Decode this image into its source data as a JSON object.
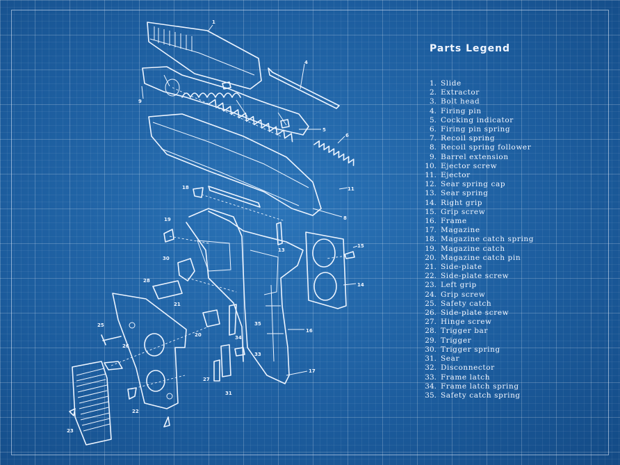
{
  "legend": {
    "title": "Parts Legend",
    "items": [
      {
        "num": "1.",
        "label": "Slide"
      },
      {
        "num": "2.",
        "label": "Extractor"
      },
      {
        "num": "3.",
        "label": "Bolt head"
      },
      {
        "num": "4.",
        "label": "Firing pin"
      },
      {
        "num": "5.",
        "label": "Cocking indicator"
      },
      {
        "num": "6.",
        "label": "Firing pin spring"
      },
      {
        "num": "7.",
        "label": "Recoil spring"
      },
      {
        "num": "8.",
        "label": "Recoil spring follower"
      },
      {
        "num": "9.",
        "label": "Barrel extension"
      },
      {
        "num": "10.",
        "label": "Ejector screw"
      },
      {
        "num": "11.",
        "label": "Ejector"
      },
      {
        "num": "12.",
        "label": "Sear spring cap"
      },
      {
        "num": "13.",
        "label": "Sear spring"
      },
      {
        "num": "14.",
        "label": "Right grip"
      },
      {
        "num": "15.",
        "label": "Grip screw"
      },
      {
        "num": "16.",
        "label": "Frame"
      },
      {
        "num": "17.",
        "label": "Magazine"
      },
      {
        "num": "18.",
        "label": "Magazine catch spring"
      },
      {
        "num": "19.",
        "label": "Magazine catch"
      },
      {
        "num": "20.",
        "label": "Magazine catch pin"
      },
      {
        "num": "21.",
        "label": "Side-plate"
      },
      {
        "num": "22.",
        "label": "Side-plate screw"
      },
      {
        "num": "23.",
        "label": "Left grip"
      },
      {
        "num": "24.",
        "label": "Grip screw"
      },
      {
        "num": "25.",
        "label": "Safety catch"
      },
      {
        "num": "26.",
        "label": "Side-plate screw"
      },
      {
        "num": "27.",
        "label": "Hinge screw"
      },
      {
        "num": "28.",
        "label": "Trigger bar"
      },
      {
        "num": "29.",
        "label": "Trigger"
      },
      {
        "num": "30.",
        "label": "Trigger spring"
      },
      {
        "num": "31.",
        "label": "Sear"
      },
      {
        "num": "32.",
        "label": "Disconnector"
      },
      {
        "num": "33.",
        "label": "Frame latch"
      },
      {
        "num": "34.",
        "label": "Frame latch spring"
      },
      {
        "num": "35.",
        "label": "Safety catch spring"
      }
    ]
  },
  "callouts": {
    "c1": "1",
    "c4": "4",
    "c5": "5",
    "c6": "6",
    "c8": "8",
    "c9": "9",
    "c11": "11",
    "c13": "13",
    "c14": "14",
    "c15": "15",
    "c16": "16",
    "c17": "17",
    "c18": "18",
    "c19": "19",
    "c20": "20",
    "c21": "21",
    "c22": "22",
    "c23": "23",
    "c25": "25",
    "c26": "26",
    "c27": "27",
    "c28": "28",
    "c30": "30",
    "c31": "31",
    "c33": "33",
    "c34": "34",
    "c35": "35"
  },
  "colors": {
    "background": "#1d60a3",
    "line": "#eef5ff"
  }
}
